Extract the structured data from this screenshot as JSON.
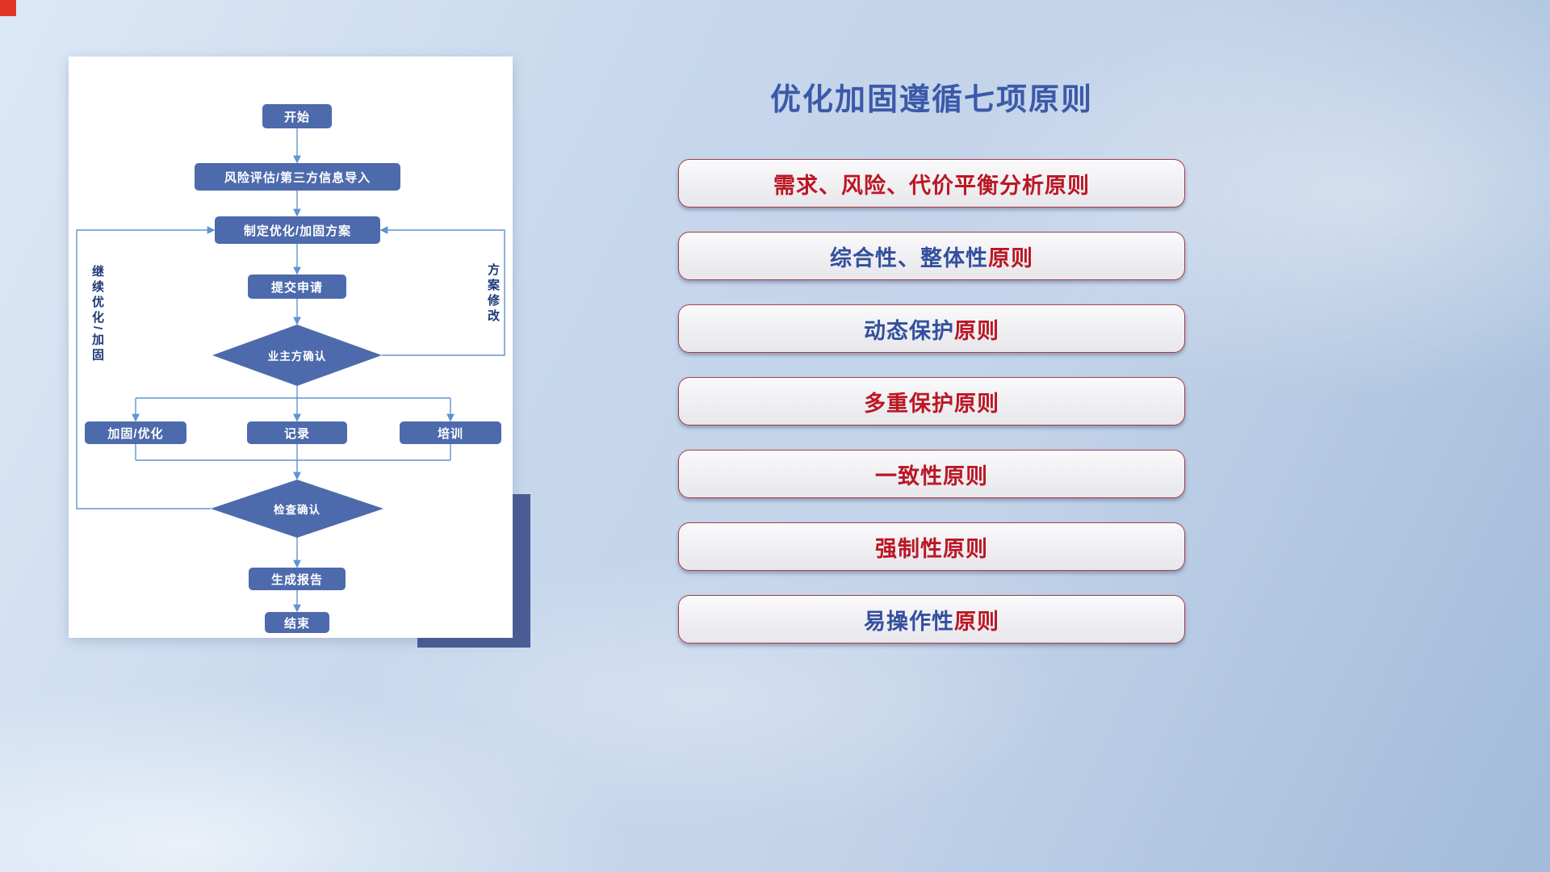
{
  "palette": {
    "red": "#bb1724",
    "blue": "#33509e",
    "title_blue": "#3c59a9",
    "node_fill": "#4d6aac",
    "connector": "#5f93d2",
    "label_navy": "#1d3a78",
    "item_border": "#a93c46",
    "shadow_navy": "#4a5d94",
    "corner_red": "#e03428"
  },
  "title": {
    "text": "优化加固遵循七项原则"
  },
  "flowchart": {
    "nodes": {
      "start": "开始",
      "risk": "风险评估/第三方信息导入",
      "plan": "制定优化/加固方案",
      "submit": "提交申请",
      "owner_confirm": "业主方确认",
      "harden": "加固/优化",
      "record": "记录",
      "training": "培训",
      "check_confirm": "检查确认",
      "report": "生成报告",
      "end": "结束"
    },
    "labels": {
      "left_loop": "继续优化/加固",
      "right_loop": "方案修改"
    }
  },
  "principles": {
    "items": [
      {
        "parts": [
          {
            "text": "需求、风险、代价平衡分析原则",
            "color": "red"
          }
        ]
      },
      {
        "parts": [
          {
            "text": "综合性、整体性",
            "color": "blue"
          },
          {
            "text": "原则",
            "color": "red"
          }
        ]
      },
      {
        "parts": [
          {
            "text": "动态保护",
            "color": "blue"
          },
          {
            "text": "原则",
            "color": "red"
          }
        ]
      },
      {
        "parts": [
          {
            "text": "多重保护原则",
            "color": "red"
          }
        ]
      },
      {
        "parts": [
          {
            "text": "一致性原则",
            "color": "red"
          }
        ]
      },
      {
        "parts": [
          {
            "text": "强制性原则",
            "color": "red"
          }
        ]
      },
      {
        "parts": [
          {
            "text": "易操作性",
            "color": "blue"
          },
          {
            "text": "原则",
            "color": "red"
          }
        ]
      }
    ]
  }
}
